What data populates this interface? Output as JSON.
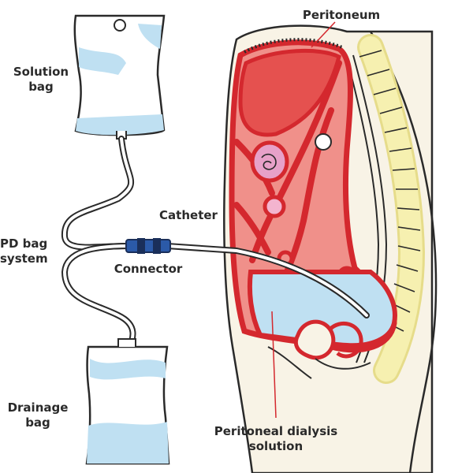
{
  "labels": {
    "solution_bag": [
      "Solution",
      "bag"
    ],
    "pd_bag_system": [
      "PD bag",
      "system"
    ],
    "drainage_bag": [
      "Drainage",
      "bag"
    ],
    "peritoneum": "Peritoneum",
    "catheter": "Catheter",
    "connector": "Connector",
    "dialysis_solution": [
      "Peritoneal dialysis",
      "solution"
    ]
  },
  "colors": {
    "outline": "#2a2a2a",
    "organ_red": "#d4282e",
    "organ_fill": "#e5514f",
    "light_red": "#f0908a",
    "fluid_blue": "#bfe0f2",
    "bag_blue": "#bfe0f2",
    "spine_yellow": "#f6f0b0",
    "skin": "#f8f3e6",
    "connector_blue": "#2b5aa8"
  }
}
